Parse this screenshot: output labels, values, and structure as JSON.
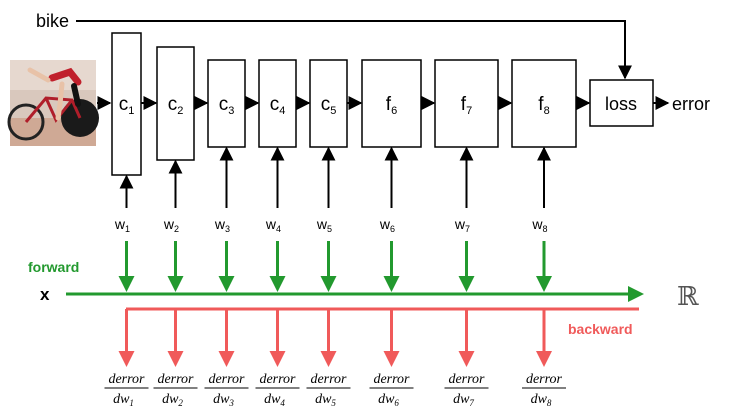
{
  "input_label": "bike",
  "photo_alt": "cyclist-on-track-bike",
  "output_label": "error",
  "loss_label": "loss",
  "x_label": "x",
  "real_symbol": "ℝ",
  "forward_label": "forward",
  "backward_label": "backward",
  "colors": {
    "forward": "#22992e",
    "backward": "#f05a5a",
    "stroke": "#000000"
  },
  "layers": [
    {
      "name": "c",
      "sub": "1",
      "w_name": "w",
      "w_sub": "1",
      "grad_num": "derror",
      "grad_den": "dw",
      "grad_sub": "1"
    },
    {
      "name": "c",
      "sub": "2",
      "w_name": "w",
      "w_sub": "2",
      "grad_num": "derror",
      "grad_den": "dw",
      "grad_sub": "2"
    },
    {
      "name": "c",
      "sub": "3",
      "w_name": "w",
      "w_sub": "3",
      "grad_num": "derror",
      "grad_den": "dw",
      "grad_sub": "3"
    },
    {
      "name": "c",
      "sub": "4",
      "w_name": "w",
      "w_sub": "4",
      "grad_num": "derror",
      "grad_den": "dw",
      "grad_sub": "4"
    },
    {
      "name": "c",
      "sub": "5",
      "w_name": "w",
      "w_sub": "5",
      "grad_num": "derror",
      "grad_den": "dw",
      "grad_sub": "5"
    },
    {
      "name": "f",
      "sub": "6",
      "w_name": "w",
      "w_sub": "6",
      "grad_num": "derror",
      "grad_den": "dw",
      "grad_sub": "6"
    },
    {
      "name": "f",
      "sub": "7",
      "w_name": "w",
      "w_sub": "7",
      "grad_num": "derror",
      "grad_den": "dw",
      "grad_sub": "7"
    },
    {
      "name": "f",
      "sub": "8",
      "w_name": "w",
      "w_sub": "8",
      "grad_num": "derror",
      "grad_den": "dw",
      "grad_sub": "8"
    }
  ]
}
